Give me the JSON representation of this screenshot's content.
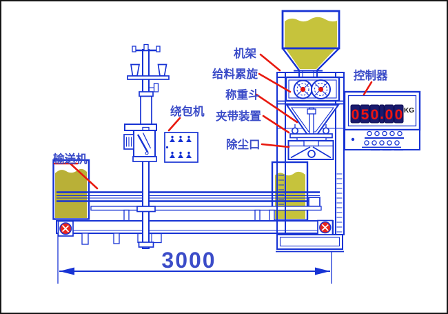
{
  "labels": {
    "frame": "机架",
    "feed_screw": "给料累旋",
    "weighing_hopper": "称重斗",
    "bag_clamp": "夹带装置",
    "dust_port": "除尘口",
    "controller": "控制器",
    "bag_sewing_machine": "绕包机",
    "conveyor": "输送机"
  },
  "controller": {
    "display": {
      "value": "050.00",
      "digits": [
        "0",
        "5",
        "0",
        ".",
        "0",
        "0"
      ],
      "unit": "KG"
    }
  },
  "dimension": {
    "length_mm": "3000"
  },
  "colors": {
    "line_blue": "#1733d4",
    "label_blue": "#3b4cc8",
    "leader_red": "#e8190f",
    "digit_red": "#ee1511",
    "digit_box_navy": "#191a6e",
    "material_yellow": "#c6c33c",
    "material_yellow_dark": "#b9b037",
    "unit_black": "#111111"
  }
}
